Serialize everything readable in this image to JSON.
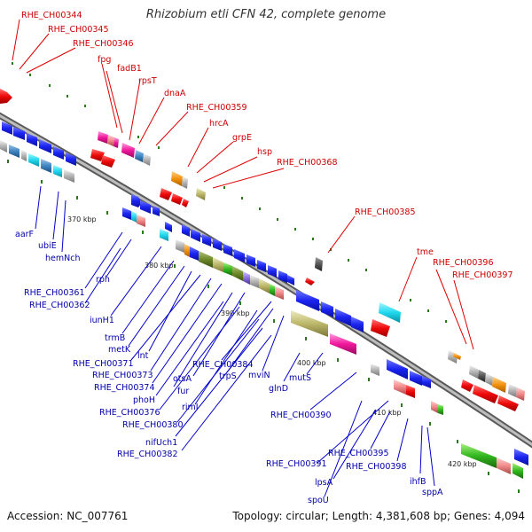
{
  "title": "Rhizobium etli CFN 42, complete genome",
  "footer": {
    "accession": "Accession: NC_007761",
    "summary": "Topology: circular; Length: 4,381,608 bp; Genes: 4,094"
  },
  "colors": {
    "backbone": "#8c8c8c",
    "red_label": "#cc0000",
    "blue_label": "#0000aa",
    "tick": "#2a7a1a"
  },
  "kbp_ticks": [
    {
      "label": "370 kbp"
    },
    {
      "label": "380 kbp"
    },
    {
      "label": "390 kbp"
    },
    {
      "label": "400 kbp"
    },
    {
      "label": "410 kbp"
    },
    {
      "label": "420 kbp"
    }
  ],
  "red_labels": [
    {
      "text": "RHE_CH00344"
    },
    {
      "text": "RHE_CH00345"
    },
    {
      "text": "RHE_CH00346"
    },
    {
      "text": "fpg"
    },
    {
      "text": "fadB1"
    },
    {
      "text": "rpsT"
    },
    {
      "text": "dnaA"
    },
    {
      "text": "RHE_CH00359"
    },
    {
      "text": "hrcA"
    },
    {
      "text": "grpE"
    },
    {
      "text": "hsp"
    },
    {
      "text": "RHE_CH00368"
    },
    {
      "text": "RHE_CH00385"
    },
    {
      "text": "tme"
    },
    {
      "text": "RHE_CH00396"
    },
    {
      "text": "RHE_CH00397"
    }
  ],
  "blue_labels": [
    {
      "text": "aarF"
    },
    {
      "text": "ubiE"
    },
    {
      "text": "hemNch"
    },
    {
      "text": "RHE_CH00361"
    },
    {
      "text": "rph"
    },
    {
      "text": "RHE_CH00362"
    },
    {
      "text": "iunH1"
    },
    {
      "text": "trmB"
    },
    {
      "text": "metK"
    },
    {
      "text": "lnt"
    },
    {
      "text": "RHE_CH00371"
    },
    {
      "text": "RHE_CH00373"
    },
    {
      "text": "RHE_CH00374"
    },
    {
      "text": "otsA"
    },
    {
      "text": "RHE_CH00384"
    },
    {
      "text": "fur"
    },
    {
      "text": "phoH"
    },
    {
      "text": "trpS"
    },
    {
      "text": "mviN"
    },
    {
      "text": "rimI"
    },
    {
      "text": "RHE_CH00376"
    },
    {
      "text": "RHE_CH00380"
    },
    {
      "text": "nifUch1"
    },
    {
      "text": "RHE_CH00382"
    },
    {
      "text": "glnD"
    },
    {
      "text": "mutS"
    },
    {
      "text": "RHE_CH00390"
    },
    {
      "text": "RHE_CH00395"
    },
    {
      "text": "RHE_CH00398"
    },
    {
      "text": "RHE_CH00391"
    },
    {
      "text": "lpsA"
    },
    {
      "text": "ihfB"
    },
    {
      "text": "sppA"
    },
    {
      "text": "spoU"
    }
  ]
}
